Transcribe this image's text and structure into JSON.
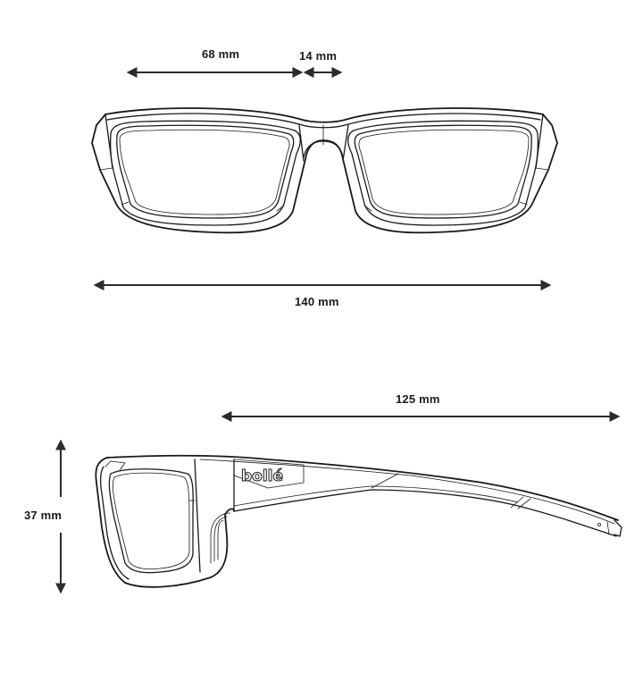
{
  "diagram": {
    "subject": "sunglasses dimensions",
    "brand_mark": "bollé",
    "front_view": {
      "lens_width": {
        "label": "68 mm",
        "value": 68,
        "unit": "mm"
      },
      "bridge_width": {
        "label": "14 mm",
        "value": 14,
        "unit": "mm"
      },
      "total_width": {
        "label": "140 mm",
        "value": 140,
        "unit": "mm"
      }
    },
    "side_view": {
      "temple_length": {
        "label": "125 mm",
        "value": 125,
        "unit": "mm"
      },
      "lens_height": {
        "label": "37 mm",
        "value": 37,
        "unit": "mm"
      }
    },
    "colors": {
      "line": "#1a1a1a",
      "dimension_line": "#2b2b2b",
      "background": "#ffffff"
    }
  }
}
